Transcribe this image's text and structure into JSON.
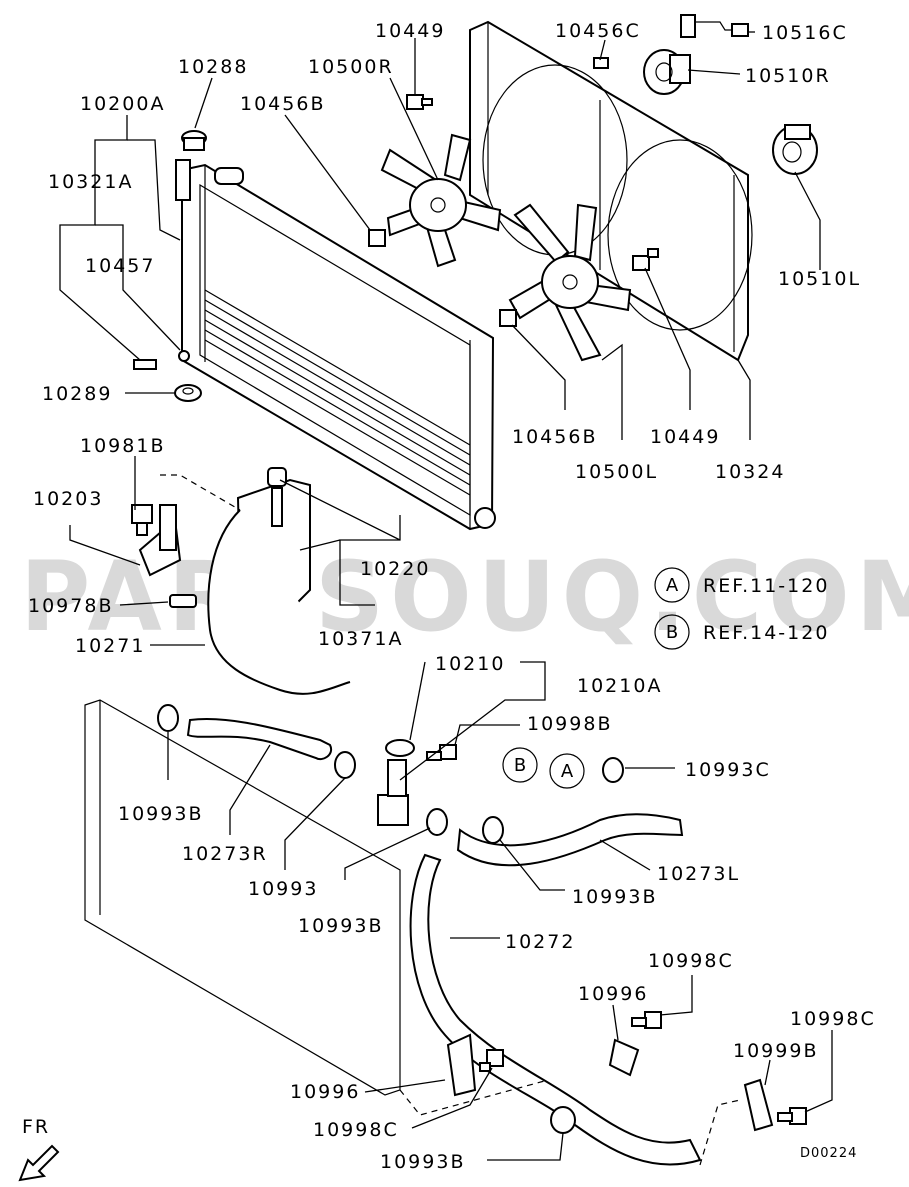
{
  "watermark": "PARTSOUQ.COM",
  "diagram_code": "D00224",
  "direction_label": "FR",
  "references": [
    {
      "letter": "A",
      "text": "REF.11-120"
    },
    {
      "letter": "B",
      "text": "REF.14-120"
    }
  ],
  "callout_letters": {
    "a": "A",
    "b": "B"
  },
  "labels": {
    "p10449_top": "10449",
    "p10456C": "10456C",
    "p10516C": "10516C",
    "p10288": "10288",
    "p10500R": "10500R",
    "p10510R": "10510R",
    "p10200A": "10200A",
    "p10456B_top": "10456B",
    "p10321A": "10321A",
    "p10457": "10457",
    "p10510L": "10510L",
    "p10289": "10289",
    "p10456B_mid": "10456B",
    "p10449_mid": "10449",
    "p10500L": "10500L",
    "p10324": "10324",
    "p10981B": "10981B",
    "p10203": "10203",
    "p10220": "10220",
    "p10978B": "10978B",
    "p10371A": "10371A",
    "p10271": "10271",
    "p10210": "10210",
    "p10210A": "10210A",
    "p10998B": "10998B",
    "p10993C": "10993C",
    "p10993B_left": "10993B",
    "p10273R": "10273R",
    "p10993": "10993",
    "p10273L": "10273L",
    "p10993B_mid": "10993B",
    "p10993B_right": "10993B",
    "p10272": "10272",
    "p10998C_top": "10998C",
    "p10996_right": "10996",
    "p10998C_far": "10998C",
    "p10999B": "10999B",
    "p10996_left": "10996",
    "p10998C_bottom": "10998C",
    "p10993B_bottom": "10993B"
  }
}
